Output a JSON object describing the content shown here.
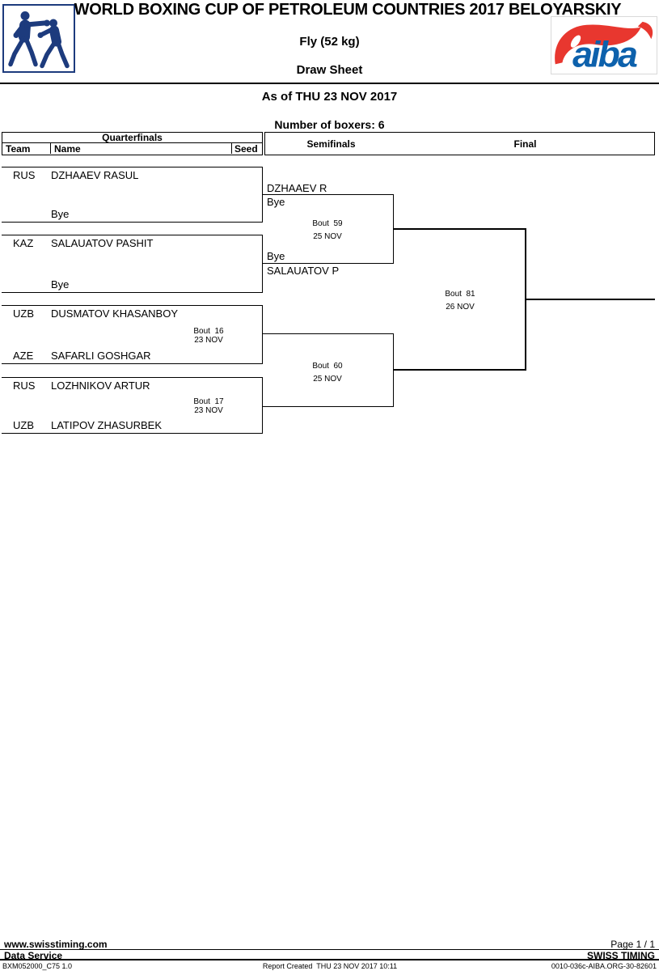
{
  "page": {
    "title": "WORLD BOXING CUP OF PETROLEUM COUNTRIES 2017 BELOYARSKIY",
    "weight_class": "Fly (52 kg)",
    "doc_type": "Draw Sheet",
    "as_of": "As of THU 23 NOV 2017",
    "boxers_count": "Number of boxers: 6"
  },
  "columns": {
    "quarterfinals": "Quarterfinals",
    "team": "Team",
    "name": "Name",
    "seed": "Seed",
    "semifinals": "Semifinals",
    "final": "Final"
  },
  "bracket": {
    "qf1": {
      "team": "RUS",
      "name": "DZHAAEV RASUL",
      "opponent": "Bye"
    },
    "qf2": {
      "team": "KAZ",
      "name": "SALAUATOV PASHIT",
      "opponent": "Bye"
    },
    "qf3": {
      "team_top": "UZB",
      "name_top": "DUSMATOV KHASANBOY",
      "bout": "Bout  16",
      "date": "23 NOV",
      "team_bottom": "AZE",
      "name_bottom": "SAFARLI GOSHGAR"
    },
    "qf4": {
      "team_top": "RUS",
      "name_top": "LOZHNIKOV ARTUR",
      "bout": "Bout  17",
      "date": "23 NOV",
      "team_bottom": "UZB",
      "name_bottom": "LATIPOV ZHASURBEK"
    },
    "sf1": {
      "winner_top": "DZHAAEV R",
      "bye_top": "Bye",
      "bout": "Bout  59",
      "date": "25 NOV",
      "bye_bottom": "Bye",
      "winner_bottom": "SALAUATOV P"
    },
    "sf2": {
      "bout": "Bout  60",
      "date": "25 NOV"
    },
    "final": {
      "bout": "Bout  81",
      "date": "26 NOV"
    }
  },
  "branding": {
    "event_icon": "boxers-pictogram",
    "federation_name": "aiba",
    "navy": "#1d3b7d",
    "aiba_red": "#e8372f",
    "aiba_blue": "#0d61ac"
  },
  "footer": {
    "website": "www.swisstiming.com",
    "page_number": "Page 1 / 1",
    "service": "Data Service",
    "company": "SWISS TIMING",
    "report_code": "BXM052000_C75 1.0",
    "report_created": "Report Created  THU 23 NOV 2017 10:11",
    "doc_id": "0010-036c-AIBA.ORG-30-82601"
  }
}
